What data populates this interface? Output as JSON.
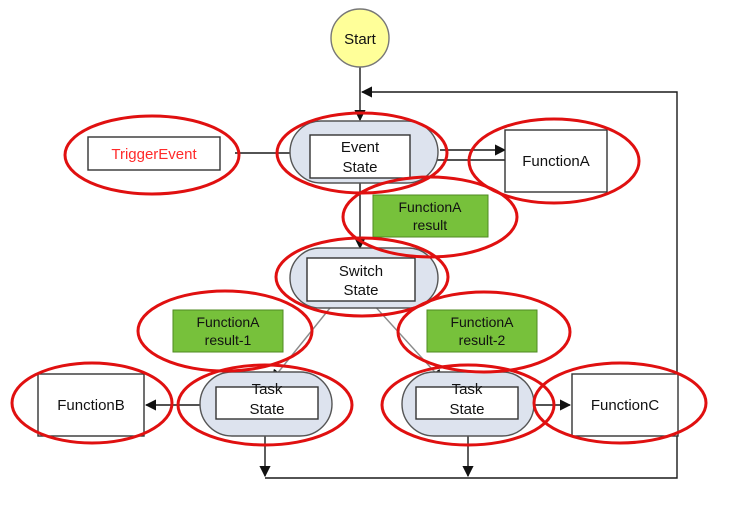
{
  "nodes": {
    "start": "Start",
    "trigger_event": "TriggerEvent",
    "event_state": [
      "Event",
      "State"
    ],
    "function_a": "FunctionA",
    "function_a_result": [
      "FunctionA",
      "result"
    ],
    "switch_state": [
      "Switch",
      "State"
    ],
    "function_a_result_1": [
      "FunctionA",
      "result-1"
    ],
    "function_a_result_2": [
      "FunctionA",
      "result-2"
    ],
    "task_state_left": [
      "Task",
      "State"
    ],
    "task_state_right": [
      "Task",
      "State"
    ],
    "function_b": "FunctionB",
    "function_c": "FunctionC"
  },
  "colors": {
    "start_fill": "#ffff99",
    "state_fill": "#dde3ee",
    "result_fill": "#77c13b",
    "highlight_ellipse": "#e01010",
    "trigger_text": "#ff2a2a"
  }
}
